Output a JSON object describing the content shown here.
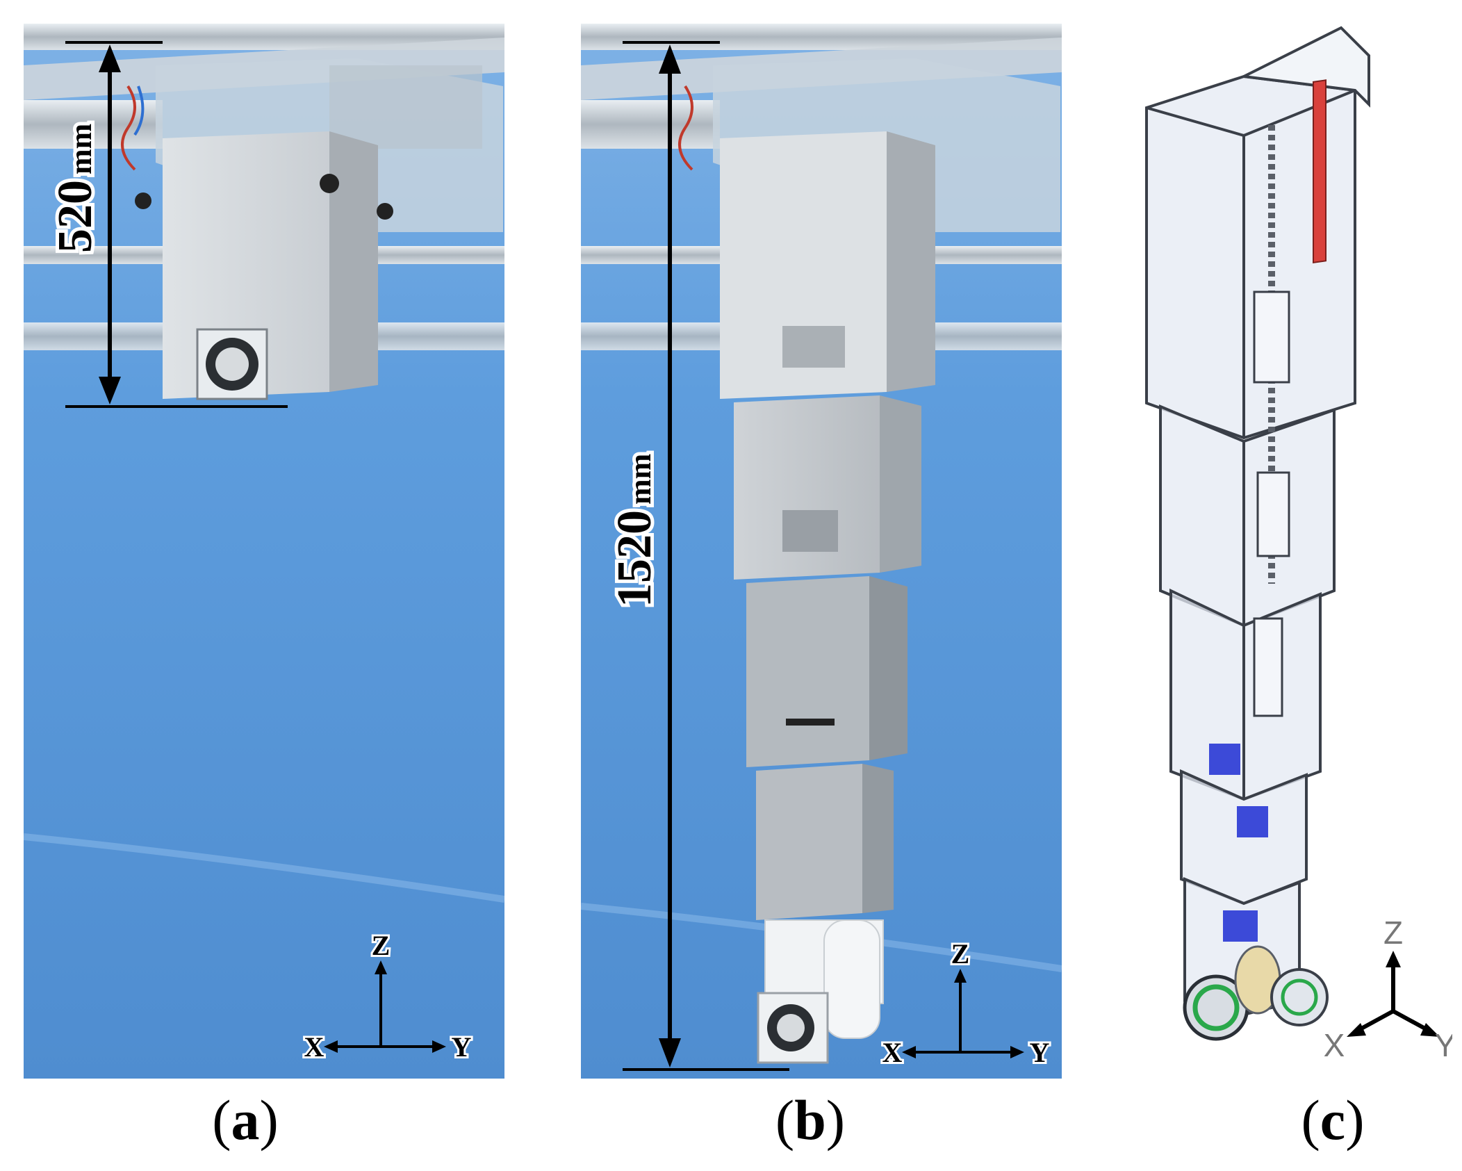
{
  "panels": {
    "a": {
      "caption_open": "(",
      "caption_letter": "a",
      "caption_close": ")",
      "dimension_number": "520",
      "dimension_unit": "mm",
      "axes": {
        "z": "Z",
        "x": "X",
        "y": "Y"
      }
    },
    "b": {
      "caption_open": "(",
      "caption_letter": "b",
      "caption_close": ")",
      "dimension_number": "1520",
      "dimension_unit": "mm",
      "axes": {
        "z": "Z",
        "x": "X",
        "y": "Y"
      }
    },
    "c": {
      "caption_open": "(",
      "caption_letter": "c",
      "caption_close": ")",
      "axes": {
        "z": "Z",
        "x": "X",
        "y": "Y"
      }
    }
  },
  "colors": {
    "backdrop_blue": "#5a97d8",
    "metal_light": "#d4d8dc",
    "metal_dark": "#9aa1a8",
    "cad_frame": "#3a3f48",
    "cad_glass": "#dfe6f0",
    "cad_red": "#d9413c",
    "cad_blue_part": "#3c4ad8",
    "cad_green_part": "#2aa84a"
  }
}
